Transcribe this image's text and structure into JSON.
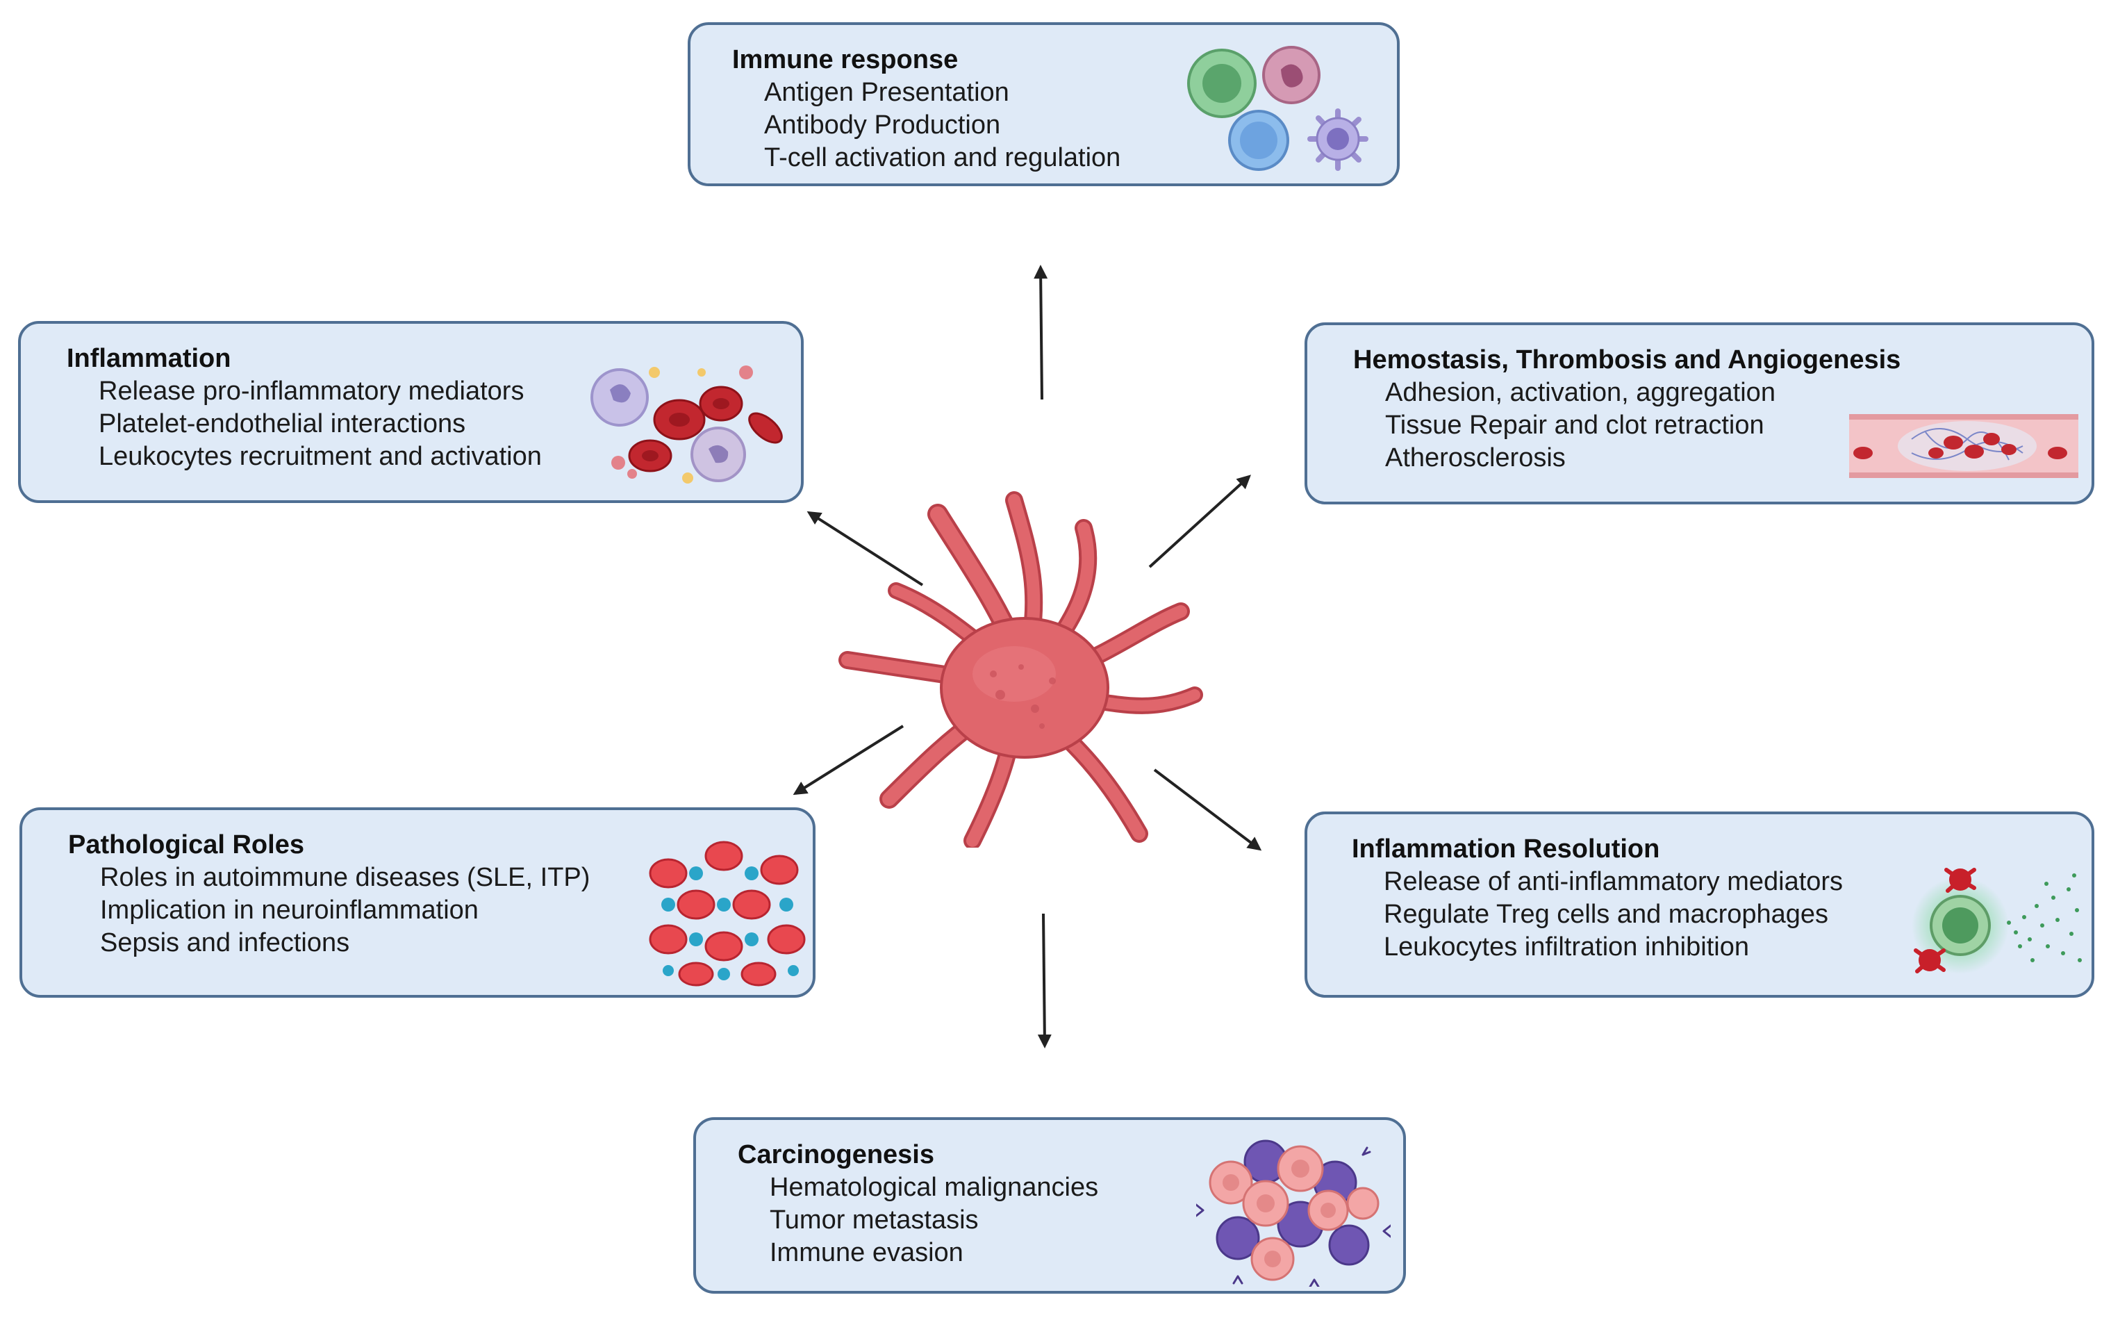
{
  "colors": {
    "box_fill": "#dfeaf7",
    "box_border": "#4f6f93",
    "arrow": "#222222",
    "platelet": "#e0666c",
    "platelet_dark": "#b94049"
  },
  "center": {
    "icon": "activated-platelet-icon"
  },
  "boxes": {
    "immune": {
      "title": "Immune response",
      "items": [
        "Antigen Presentation",
        "Antibody Production",
        "T-cell activation and regulation"
      ],
      "icon": "immune-cells-icon"
    },
    "inflammation": {
      "title": "Inflammation",
      "items": [
        "Release pro-inflammatory mediators",
        "Platelet-endothelial interactions",
        "Leukocytes recruitment and activation"
      ],
      "icon": "inflammation-cells-icon"
    },
    "hemostasis": {
      "title": "Hemostasis, Thrombosis and Angiogenesis",
      "items": [
        "Adhesion, activation, aggregation",
        "Tissue Repair and clot retraction",
        "Atherosclerosis"
      ],
      "icon": "blood-vessel-clot-icon"
    },
    "pathological": {
      "title": "Pathological Roles",
      "items": [
        "Roles in autoimmune diseases (SLE, ITP)",
        "Implication in neuroinflammation",
        "Sepsis and infections"
      ],
      "icon": "platelet-aggregate-icon"
    },
    "resolution": {
      "title": "Inflammation Resolution",
      "items": [
        "Release of anti-inflammatory mediators",
        "Regulate Treg cells and macrophages",
        "Leukocytes infiltration inhibition"
      ],
      "icon": "mediator-release-icon"
    },
    "carcinogenesis": {
      "title": "Carcinogenesis",
      "items": [
        "Hematological malignancies",
        "Tumor metastasis",
        "Immune evasion"
      ],
      "icon": "tumor-cluster-icon"
    }
  }
}
